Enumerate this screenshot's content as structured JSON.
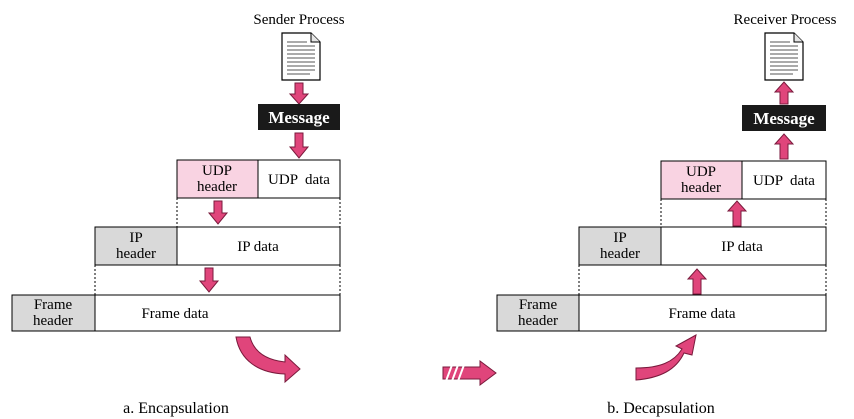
{
  "colors": {
    "accent_pink": "#e0457b",
    "udp_header_fill": "#f9d3e2",
    "header_fill": "#d9d9d9",
    "message_fill": "#1a1a1a"
  },
  "encapsulation": {
    "process_label": "Sender Process",
    "document_icon": "document-icon",
    "message_label": "Message",
    "udp_header_line1": "UDP",
    "udp_header_line2": "header",
    "udp_data": "UDP  data",
    "ip_header_line1": "IP",
    "ip_header_line2": "header",
    "ip_data": "IP data",
    "frame_header_line1": "Frame",
    "frame_header_line2": "header",
    "frame_data": "Frame data",
    "caption": "a. Encapsulation"
  },
  "decapsulation": {
    "process_label": "Receiver Process",
    "document_icon": "document-icon",
    "message_label": "Message",
    "udp_header_line1": "UDP",
    "udp_header_line2": "header",
    "udp_data": "UDP  data",
    "ip_header_line1": "IP",
    "ip_header_line2": "header",
    "ip_data": "IP data",
    "frame_header_line1": "Frame",
    "frame_header_line2": "header",
    "frame_data": "Frame data",
    "caption": "b. Decapsulation"
  },
  "transfer_arrow_icon": "transfer-arrow-icon"
}
